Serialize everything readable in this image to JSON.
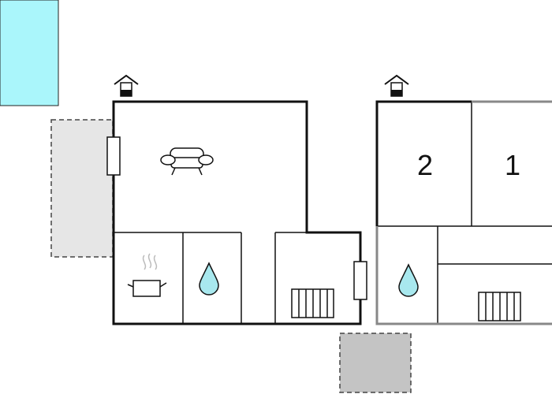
{
  "floorplan": {
    "colors": {
      "pool": "#aaf6fb",
      "terrace": "#e6e6e6",
      "parking": "#c4c4c4",
      "wall": "#111111",
      "wall_secondary": "#888888",
      "water": "#a8e8ee"
    },
    "building_left": {
      "entrance_icon": "house-entrance-icon",
      "rooms": [
        {
          "name": "living-room",
          "icon": "sofa-icon"
        },
        {
          "name": "kitchen",
          "icon": "cooking-pot-icon"
        },
        {
          "name": "bathroom",
          "icon": "water-drop-icon"
        },
        {
          "name": "heated-room",
          "icon": "radiator-icon"
        }
      ]
    },
    "building_right": {
      "entrance_icon": "house-entrance-icon",
      "rooms": [
        {
          "name": "bedroom-2",
          "label": "2"
        },
        {
          "name": "bedroom-1",
          "label": "1"
        },
        {
          "name": "bathroom",
          "icon": "water-drop-icon"
        },
        {
          "name": "heated-room",
          "icon": "radiator-icon"
        }
      ]
    }
  }
}
